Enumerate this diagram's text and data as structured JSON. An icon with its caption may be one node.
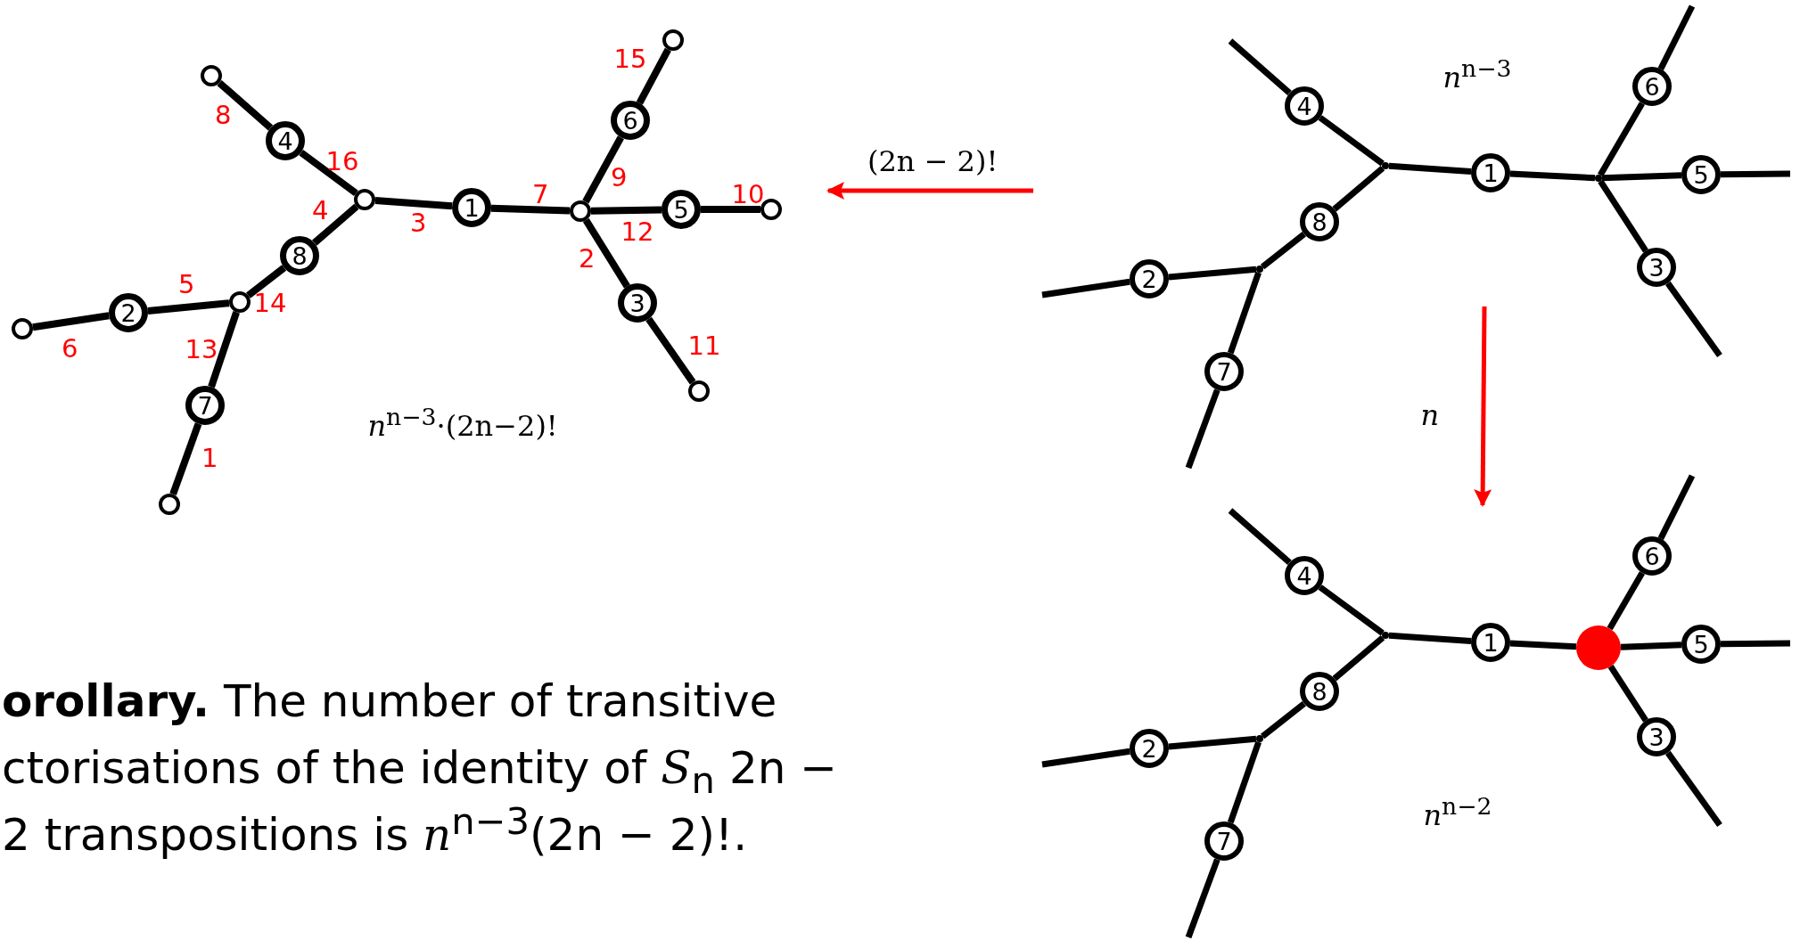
{
  "diagram": {
    "nodes": [
      {
        "text": [],
        "shape": "circle"
      },
      {
        "text": [
          "4"
        ]
      },
      {
        "text": [],
        "shape": "circle"
      },
      {
        "text": [
          "1"
        ]
      },
      {
        "text": [],
        "shape": "circle"
      },
      {
        "text": [
          "6"
        ]
      },
      {
        "text": [],
        "shape": "circle"
      },
      {
        "text": [
          "5"
        ]
      },
      {
        "text": [],
        "shape": "circle"
      },
      {
        "text": [
          "3"
        ]
      },
      {
        "text": [],
        "shape": "circle"
      },
      {
        "text": [
          "8"
        ]
      },
      {
        "text": [],
        "shape": "circle"
      },
      {
        "text": [
          "2"
        ]
      },
      {
        "text": [],
        "shape": "circle"
      },
      {
        "text": [
          "7"
        ]
      },
      {
        "text": [],
        "shape": "circle"
      },
      {
        "text": [
          "4"
        ]
      },
      {
        "text": [],
        "shape": "junction"
      },
      {
        "text": [
          "1"
        ]
      },
      {
        "text": [],
        "shape": "junction"
      },
      {
        "text": [
          "6"
        ]
      },
      {
        "text": [
          "5"
        ]
      },
      {
        "text": [
          "3"
        ]
      },
      {
        "text": [
          "8"
        ]
      },
      {
        "text": [],
        "shape": "junction"
      },
      {
        "text": [
          "2"
        ]
      },
      {
        "text": [
          "7"
        ]
      },
      {
        "text": [
          "4"
        ]
      },
      {
        "text": [],
        "shape": "junction"
      },
      {
        "text": [
          "1"
        ]
      },
      {
        "text": [],
        "shape": "dot"
      },
      {
        "text": [
          "6"
        ]
      },
      {
        "text": [
          "5"
        ]
      },
      {
        "text": [
          "3"
        ]
      },
      {
        "text": [
          "8"
        ]
      },
      {
        "text": [],
        "shape": "junction"
      },
      {
        "text": [
          "2"
        ]
      },
      {
        "text": [
          "7"
        ]
      }
    ],
    "edges": [
      {
        "from": 0,
        "to": 1,
        "arrow": "none",
        "label": "8"
      },
      {
        "from": 1,
        "to": 2,
        "arrow": "none",
        "label": "16"
      },
      {
        "from": 2,
        "to": 3,
        "arrow": "none",
        "label": "3"
      },
      {
        "from": 3,
        "to": 4,
        "arrow": "none",
        "label": "7"
      },
      {
        "from": 4,
        "to": 5,
        "arrow": "none",
        "label": "9"
      },
      {
        "from": 5,
        "to": 6,
        "arrow": "none",
        "label": "15"
      },
      {
        "from": 4,
        "to": 7,
        "arrow": "none",
        "label": "12"
      },
      {
        "from": 7,
        "to": 8,
        "arrow": "none",
        "label": "10"
      },
      {
        "from": 4,
        "to": 9,
        "arrow": "none",
        "label": "2"
      },
      {
        "from": 9,
        "to": 10,
        "arrow": "none",
        "label": "11"
      },
      {
        "from": 2,
        "to": 11,
        "arrow": "none",
        "label": "4"
      },
      {
        "from": 11,
        "to": 12,
        "arrow": "none",
        "label": "14"
      },
      {
        "from": 12,
        "to": 13,
        "arrow": "none",
        "label": "5"
      },
      {
        "from": 13,
        "to": 14,
        "arrow": "none",
        "label": "6"
      },
      {
        "from": 12,
        "to": 15,
        "arrow": "none",
        "label": "13"
      },
      {
        "from": 15,
        "to": 16,
        "arrow": "none",
        "label": "1"
      },
      {
        "from": 17,
        "to": null,
        "arrow": "none"
      },
      {
        "from": 17,
        "to": 18,
        "arrow": "none"
      },
      {
        "from": 18,
        "to": 19,
        "arrow": "none"
      },
      {
        "from": 19,
        "to": 20,
        "arrow": "none"
      },
      {
        "from": 20,
        "to": 21,
        "arrow": "none"
      },
      {
        "from": 21,
        "to": null,
        "arrow": "none"
      },
      {
        "from": 20,
        "to": 22,
        "arrow": "none"
      },
      {
        "from": 22,
        "to": null,
        "arrow": "none"
      },
      {
        "from": 20,
        "to": 23,
        "arrow": "none"
      },
      {
        "from": 23,
        "to": null,
        "arrow": "none"
      },
      {
        "from": 18,
        "to": 24,
        "arrow": "none"
      },
      {
        "from": 24,
        "to": 25,
        "arrow": "none"
      },
      {
        "from": 25,
        "to": 26,
        "arrow": "none"
      },
      {
        "from": 26,
        "to": null,
        "arrow": "none"
      },
      {
        "from": 25,
        "to": 27,
        "arrow": "none"
      },
      {
        "from": 27,
        "to": null,
        "arrow": "none"
      },
      {
        "from": 28,
        "to": null,
        "arrow": "none"
      },
      {
        "from": 28,
        "to": 29,
        "arrow": "none"
      },
      {
        "from": 29,
        "to": 30,
        "arrow": "none"
      },
      {
        "from": 30,
        "to": 31,
        "arrow": "none"
      },
      {
        "from": 31,
        "to": 32,
        "arrow": "none"
      },
      {
        "from": 32,
        "to": null,
        "arrow": "none"
      },
      {
        "from": 31,
        "to": 33,
        "arrow": "none"
      },
      {
        "from": 33,
        "to": null,
        "arrow": "none"
      },
      {
        "from": 31,
        "to": 34,
        "arrow": "none"
      },
      {
        "from": 34,
        "to": null,
        "arrow": "none"
      },
      {
        "from": 29,
        "to": 35,
        "arrow": "none"
      },
      {
        "from": 35,
        "to": 36,
        "arrow": "none"
      },
      {
        "from": 36,
        "to": 37,
        "arrow": "none"
      },
      {
        "from": 37,
        "to": null,
        "arrow": "none"
      },
      {
        "from": 36,
        "to": 38,
        "arrow": "none"
      },
      {
        "from": 38,
        "to": null,
        "arrow": "none"
      }
    ],
    "labels": [
      "(2n − 2)!",
      "n",
      "*n*$^{n−3}$·(2n−2)!",
      "*n*$^{n−3}$",
      "*n*$^{n−2}$",
      "**orollary.** The number of transitive ctorisations of the identity of *S*$_{n}$ 2n − 2 transpositions is *n*$^{n−3}$(2n − 2)!."
    ]
  }
}
